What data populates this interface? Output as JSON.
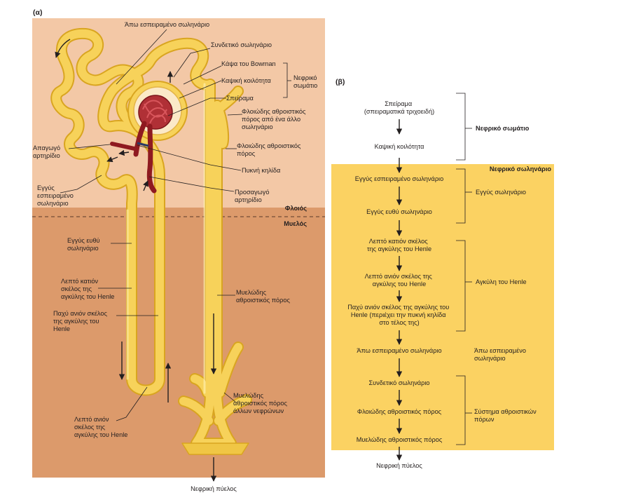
{
  "panel_a": {
    "letter": "(α)",
    "zones": {
      "cortex": "Φλοιός",
      "medulla": "Μυελός"
    },
    "labels": {
      "distal_convoluted": "Άπω εσπειραμένο σωληνάριο",
      "connecting_tubule": "Συνδετικό σωληνάριο",
      "bowman_capsule": "Κάψα του Bowman",
      "capsular_space": "Καψική κοιλότητα",
      "glomerulus": "Σπείραμα",
      "renal_corpuscle": [
        "Νεφρικό",
        "σωμάτιο"
      ],
      "cortical_cd_other": [
        "Φλοιώδης αθροιστικός",
        "πόρος από ένα άλλο",
        "σωληνάριο"
      ],
      "cortical_cd": [
        "Φλοιώδης αθροιστικός",
        "πόρος"
      ],
      "macula_densa": "Πυκνή κηλίδα",
      "afferent": [
        "Προσαγωγό",
        "αρτηρίδιο"
      ],
      "efferent": [
        "Απαγωγό",
        "αρτηρίδιο"
      ],
      "proximal_convoluted": [
        "Εγγύς",
        "εσπειραμένο",
        "σωληνάριο"
      ],
      "proximal_straight": [
        "Εγγύς ευθύ",
        "σωληνάριο"
      ],
      "thin_descending": [
        "Λεπτό κατιόν",
        "σκέλος της",
        "αγκύλης του Henle"
      ],
      "thick_ascending": [
        "Παχύ ανιόν σκέλος",
        "της αγκύλης του",
        "Henle"
      ],
      "thin_ascending": [
        "Λεπτό ανιόν",
        "σκέλος της",
        "αγκύλης του Henle"
      ],
      "medullary_cd": [
        "Μυελώδης",
        "αθροιστικός πόρος"
      ],
      "medullary_cd_other": [
        "Μυελώδης",
        "αθροιστικός πόρος",
        "άλλων νεφρώνων"
      ],
      "renal_pelvis": "Νεφρική πύελος"
    }
  },
  "panel_b": {
    "letter": "(β)",
    "nephron_tubule_title": "Νεφρικό σωληνάριο",
    "steps": [
      [
        "Σπείραμα",
        "(σπειραματικά τριχοειδή)"
      ],
      [
        "Καψική κοιλότητα"
      ],
      [
        "Εγγύς εσπειραμένο σωληνάριο"
      ],
      [
        "Εγγύς ευθύ σωληνάριο"
      ],
      [
        "Λεπτό κατιόν σκέλος",
        "της αγκύλης του Henle"
      ],
      [
        "Λεπτό ανιόν σκέλος της",
        "αγκύλης του Henle"
      ],
      [
        "Παχύ ανιόν σκέλος της αγκύλης του",
        "Henle (περιέχει την πυκνή κηλίδα",
        "στο τέλος της)"
      ],
      [
        "Άπω εσπειραμένο σωληνάριο"
      ],
      [
        "Συνδετικό σωληνάριο"
      ],
      [
        "Φλοιώδης αθροιστικός πόρος"
      ],
      [
        "Μυελώδης αθροιστικός πόρος"
      ],
      [
        "Νεφρική πύελος"
      ]
    ],
    "groups": {
      "renal_corpuscle": "Νεφρικό σωμάτιο",
      "proximal_tubule": "Εγγύς σωληνάριο",
      "loop_of_henle": "Αγκύλη του Henle",
      "distal_tubule": [
        "Άπω εσπειραμένο",
        "σωληνάριο"
      ],
      "collecting_system": [
        "Σύστημα αθροιστικών",
        "πόρων"
      ]
    }
  },
  "colors": {
    "cortex_bg": "#f3c8a6",
    "medulla_bg": "#dc9a6b",
    "tubule": "#f7d25a",
    "tubule_edge": "#d9a520",
    "vessel": "#a8252b",
    "flow_box": "#fbd262"
  }
}
